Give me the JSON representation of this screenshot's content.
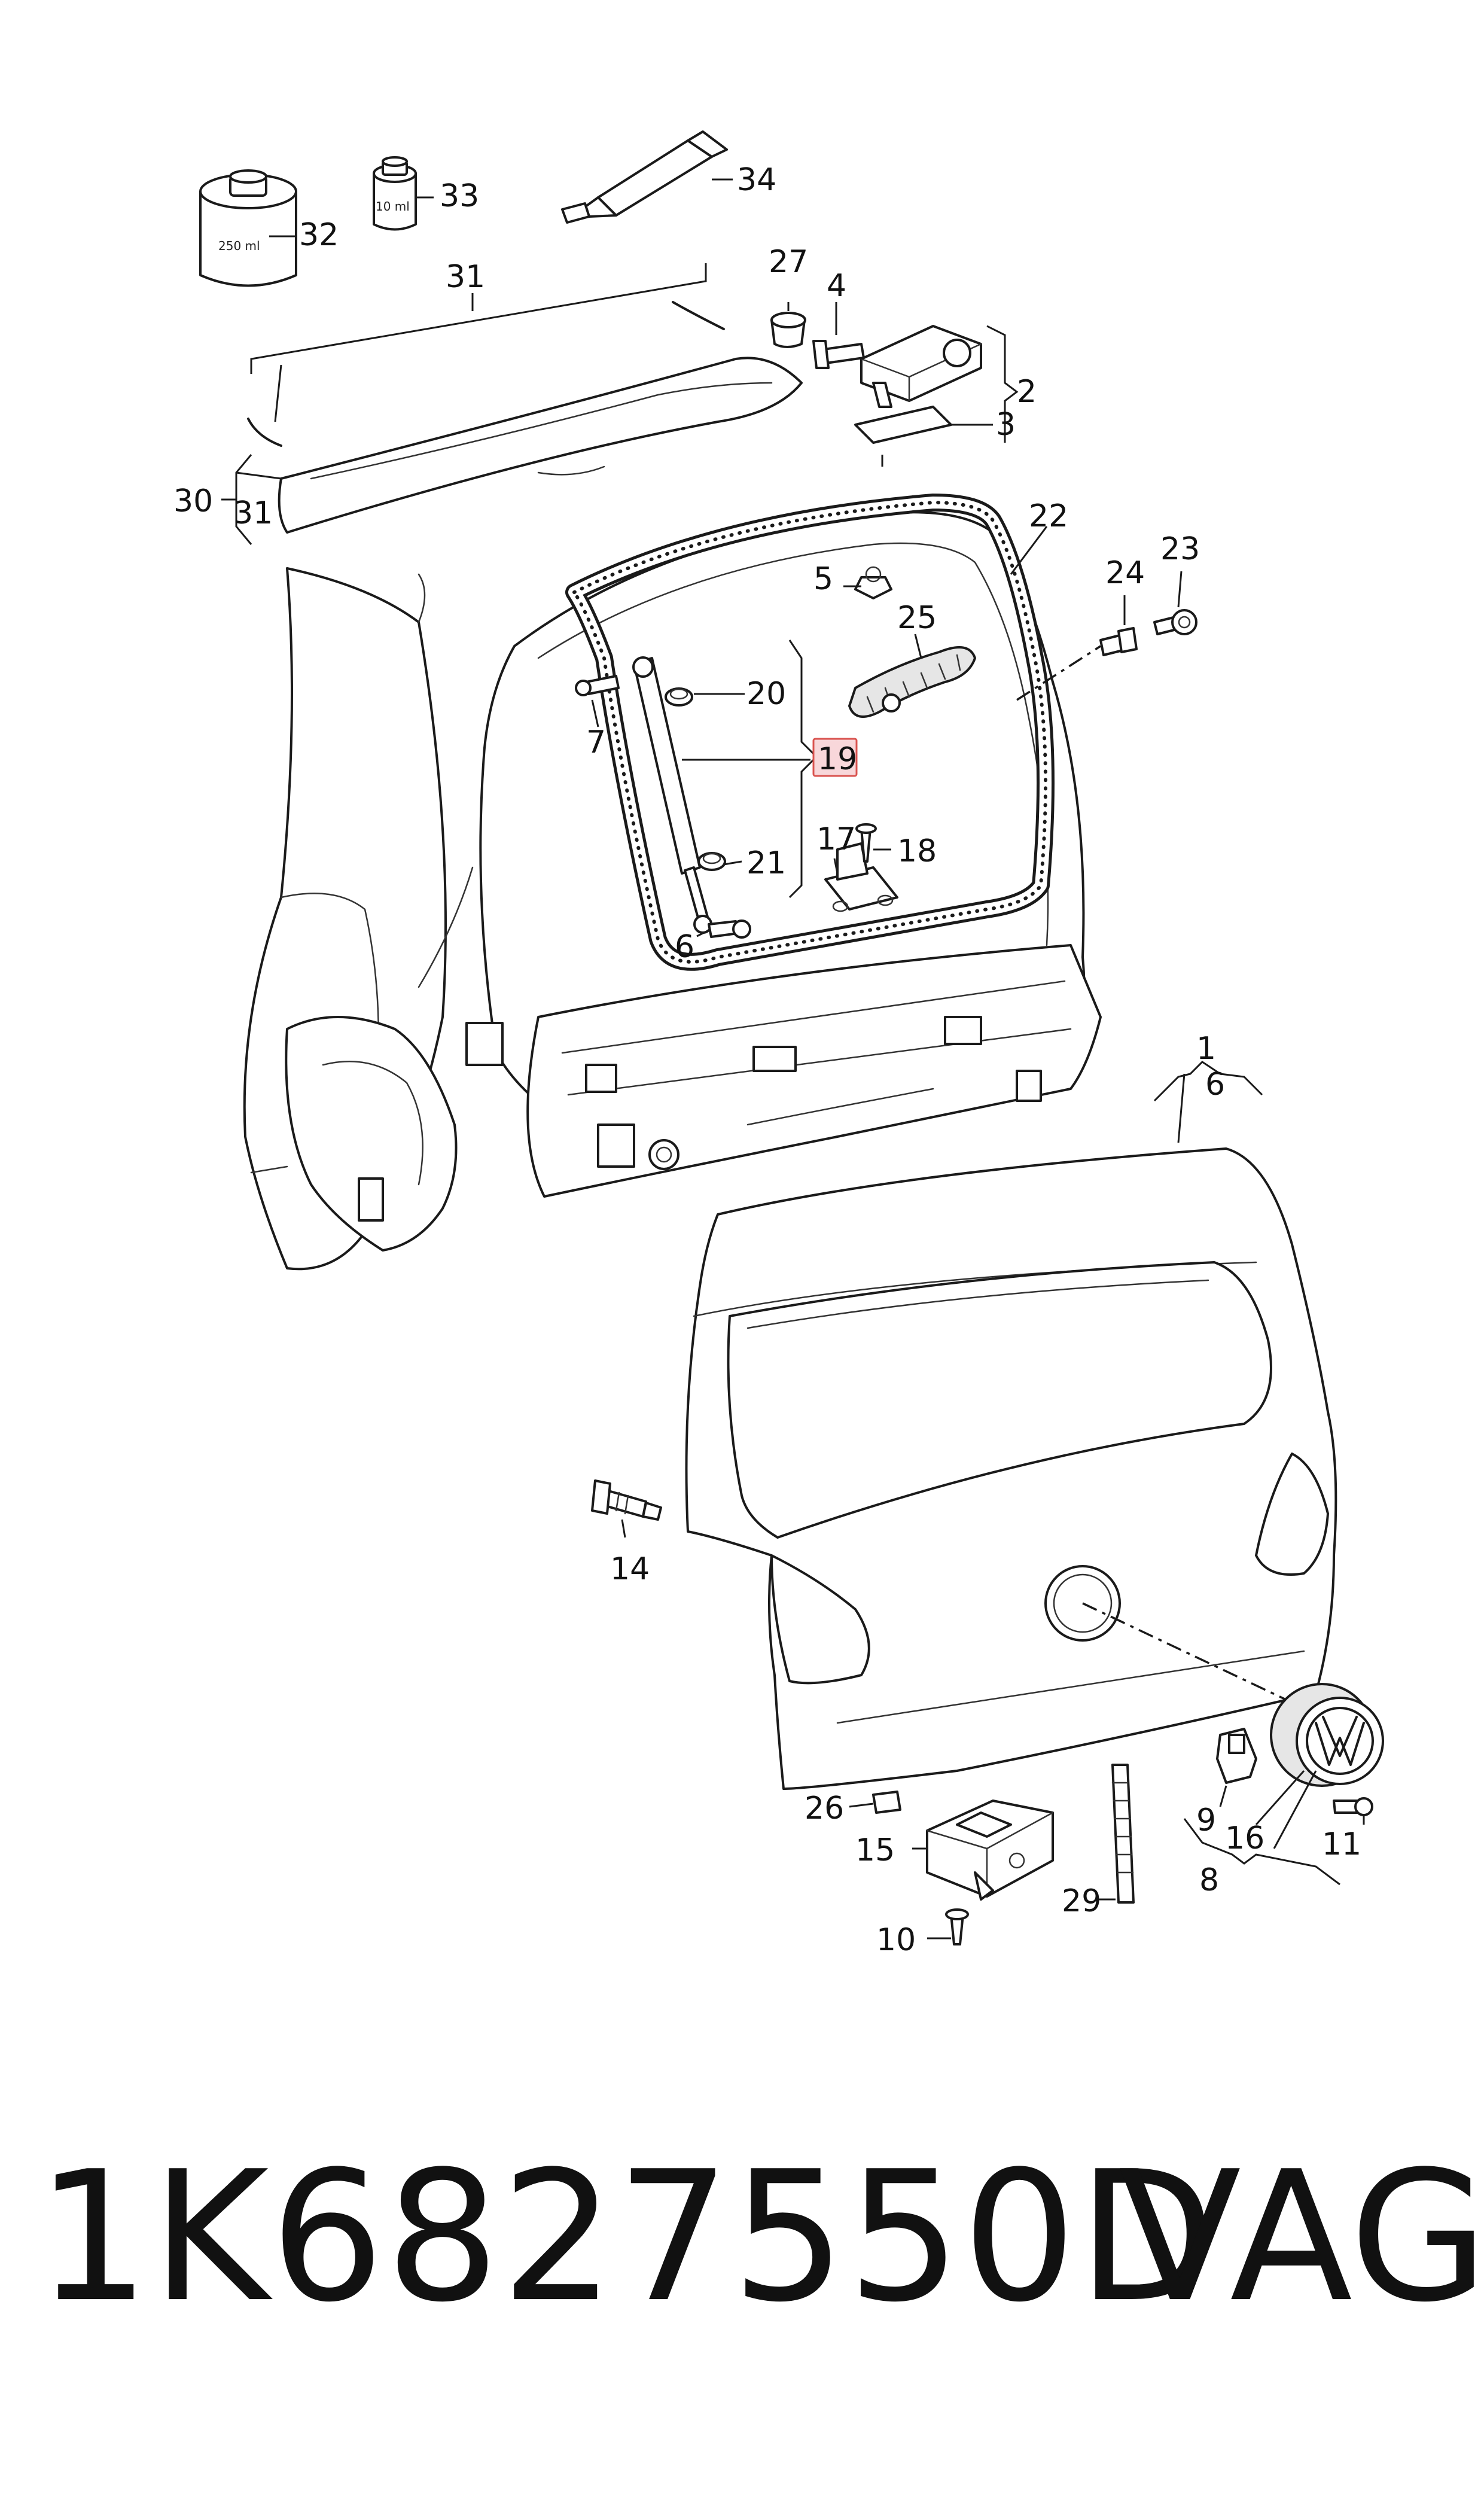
{
  "diagram": {
    "callouts": [
      {
        "id": "label-1",
        "text": "1"
      },
      {
        "id": "label-2",
        "text": "2"
      },
      {
        "id": "label-3",
        "text": "3"
      },
      {
        "id": "label-4",
        "text": "4"
      },
      {
        "id": "label-5",
        "text": "5"
      },
      {
        "id": "label-6-hinge",
        "text": "6"
      },
      {
        "id": "label-6-door",
        "text": "6"
      },
      {
        "id": "label-7",
        "text": "7"
      },
      {
        "id": "label-8",
        "text": "8"
      },
      {
        "id": "label-9",
        "text": "9"
      },
      {
        "id": "label-10",
        "text": "10"
      },
      {
        "id": "label-11",
        "text": "11"
      },
      {
        "id": "label-14",
        "text": "14"
      },
      {
        "id": "label-15",
        "text": "15"
      },
      {
        "id": "label-16",
        "text": "16"
      },
      {
        "id": "label-17",
        "text": "17"
      },
      {
        "id": "label-18",
        "text": "18"
      },
      {
        "id": "label-19",
        "text": "19",
        "highlighted": true
      },
      {
        "id": "label-20",
        "text": "20"
      },
      {
        "id": "label-21",
        "text": "21"
      },
      {
        "id": "label-22",
        "text": "22"
      },
      {
        "id": "label-23",
        "text": "23"
      },
      {
        "id": "label-24",
        "text": "24"
      },
      {
        "id": "label-25",
        "text": "25"
      },
      {
        "id": "label-26",
        "text": "26"
      },
      {
        "id": "label-27",
        "text": "27"
      },
      {
        "id": "label-29",
        "text": "29"
      },
      {
        "id": "label-30",
        "text": "30"
      },
      {
        "id": "label-31-top",
        "text": "31"
      },
      {
        "id": "label-31-side",
        "text": "31"
      },
      {
        "id": "label-32",
        "text": "32"
      },
      {
        "id": "label-33",
        "text": "33"
      },
      {
        "id": "label-34",
        "text": "34"
      }
    ],
    "containers": {
      "can_250": "250 ml",
      "can_10": "10 ml"
    },
    "colors": {
      "line": "#1a1a1a",
      "highlight_fill": "#f8d7da",
      "highlight_stroke": "#d9534f"
    }
  },
  "footer": {
    "part_number": "1K6827550D",
    "brand": "VAG"
  }
}
